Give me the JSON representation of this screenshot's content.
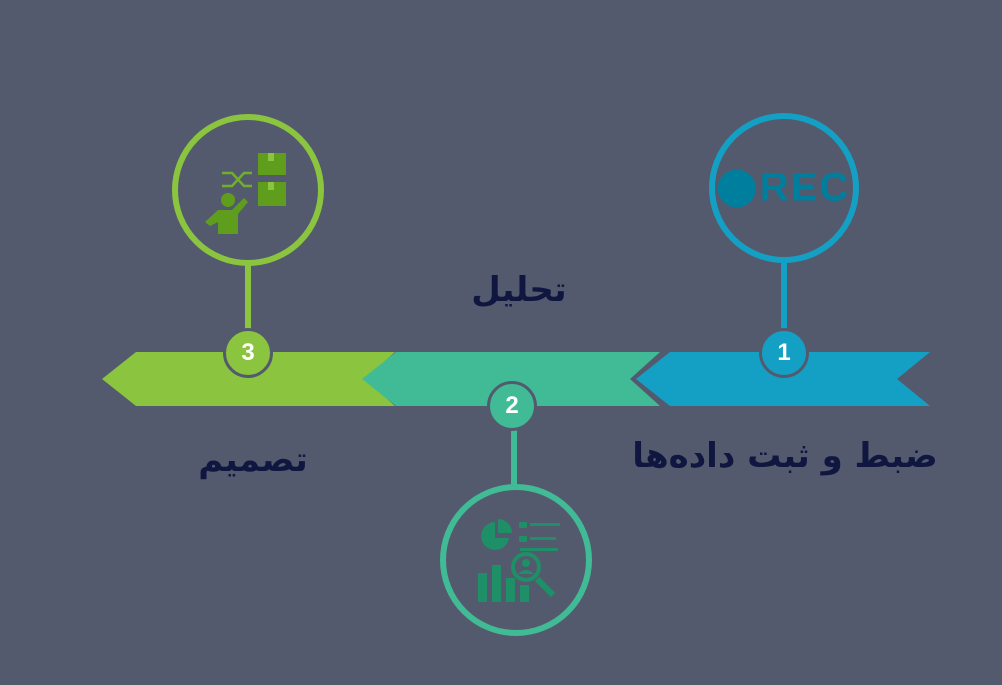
{
  "colors": {
    "background": "#545a6d",
    "step1": "#14a0c4",
    "step2": "#40bb96",
    "step3": "#8bc53f",
    "text": "#0f1740"
  },
  "steps": [
    {
      "number": "1",
      "title": "ضبط و ثبت داده‌ها",
      "icon": "rec-icon",
      "icon_text": "REC"
    },
    {
      "number": "2",
      "title": "تحلیل",
      "icon": "analytics-icon"
    },
    {
      "number": "3",
      "title": "تصمیم",
      "icon": "decision-icon"
    }
  ]
}
